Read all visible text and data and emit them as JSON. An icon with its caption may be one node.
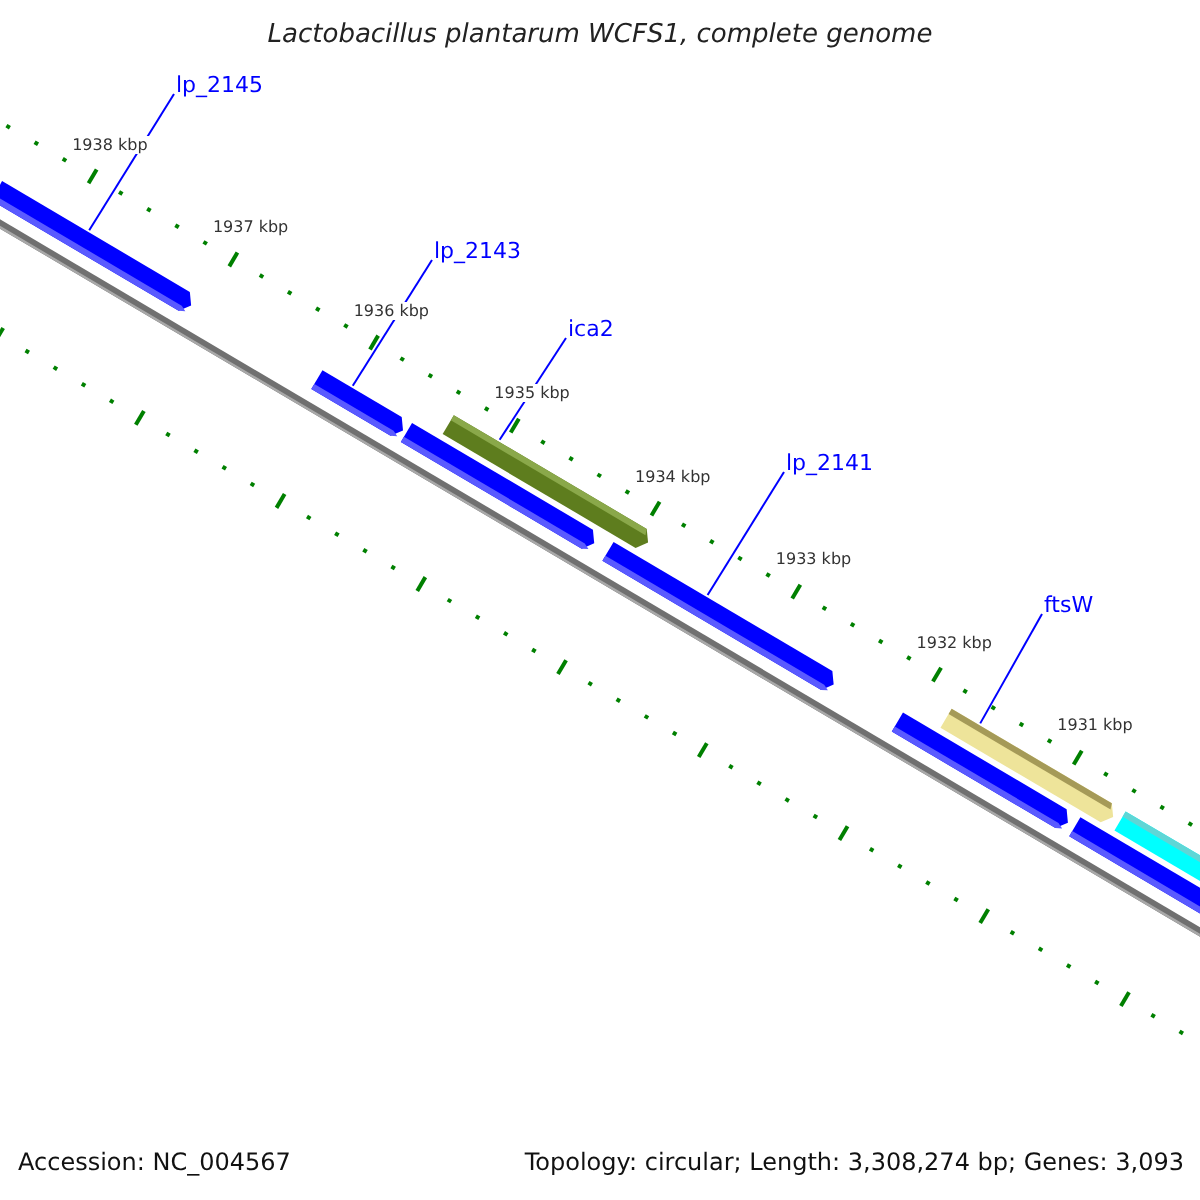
{
  "diagram": {
    "title": "Lactobacillus plantarum WCFS1, complete genome",
    "nodes": [
      {
        "text": [
          "lp_2145"
        ]
      },
      {
        "text": [],
        "shape": "bar"
      },
      {
        "text": [
          "lp_2143"
        ]
      },
      {
        "text": [],
        "shape": "bar"
      },
      {
        "text": [
          "ica2"
        ]
      },
      {
        "text": [],
        "shape": "bar"
      },
      {
        "text": [],
        "shape": "bar"
      },
      {
        "text": [
          "lp_2141"
        ]
      },
      {
        "text": [],
        "shape": "bar"
      },
      {
        "text": [
          "ftsW"
        ]
      },
      {
        "text": [],
        "shape": "bar"
      },
      {
        "text": [],
        "shape": "bar"
      },
      {
        "text": [],
        "shape": "bar"
      },
      {
        "text": [],
        "shape": "bar"
      }
    ],
    "edges": [
      {
        "from": 0,
        "to": 1,
        "arrow": "none"
      },
      {
        "from": 2,
        "to": 3,
        "arrow": "none"
      },
      {
        "from": 4,
        "to": 5,
        "arrow": "none"
      },
      {
        "from": 7,
        "to": 8,
        "arrow": "none"
      },
      {
        "from": 9,
        "to": 10,
        "arrow": "none"
      }
    ],
    "labels": [
      "1938 kbp",
      "1937 kbp",
      "1936 kbp",
      "1935 kbp",
      "1934 kbp",
      "1933 kbp",
      "1932 kbp",
      "1931 kbp",
      "Accession: NC_004567",
      "Topology: circular; Length: 3,308,274 bp; Genes: 3,093"
    ]
  }
}
